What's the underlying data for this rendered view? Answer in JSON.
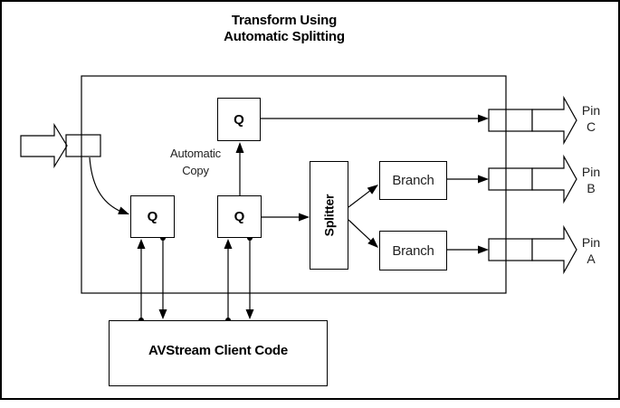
{
  "title": {
    "line1": "Transform Using",
    "line2": "Automatic Splitting"
  },
  "diagram": {
    "automatic_copy": {
      "line1": "Automatic",
      "line2": "Copy"
    },
    "queue_label": "Q",
    "splitter_label": "Splitter",
    "branch_top_label": "Branch",
    "branch_bottom_label": "Branch",
    "client_code_label": "AVStream Client Code",
    "pins": {
      "c": {
        "line1": "Pin",
        "line2": "C"
      },
      "b": {
        "line1": "Pin",
        "line2": "B"
      },
      "a": {
        "line1": "Pin",
        "line2": "A"
      }
    }
  },
  "colors": {
    "line": "#000000",
    "text": "#1a1a1a",
    "background": "#ffffff"
  }
}
